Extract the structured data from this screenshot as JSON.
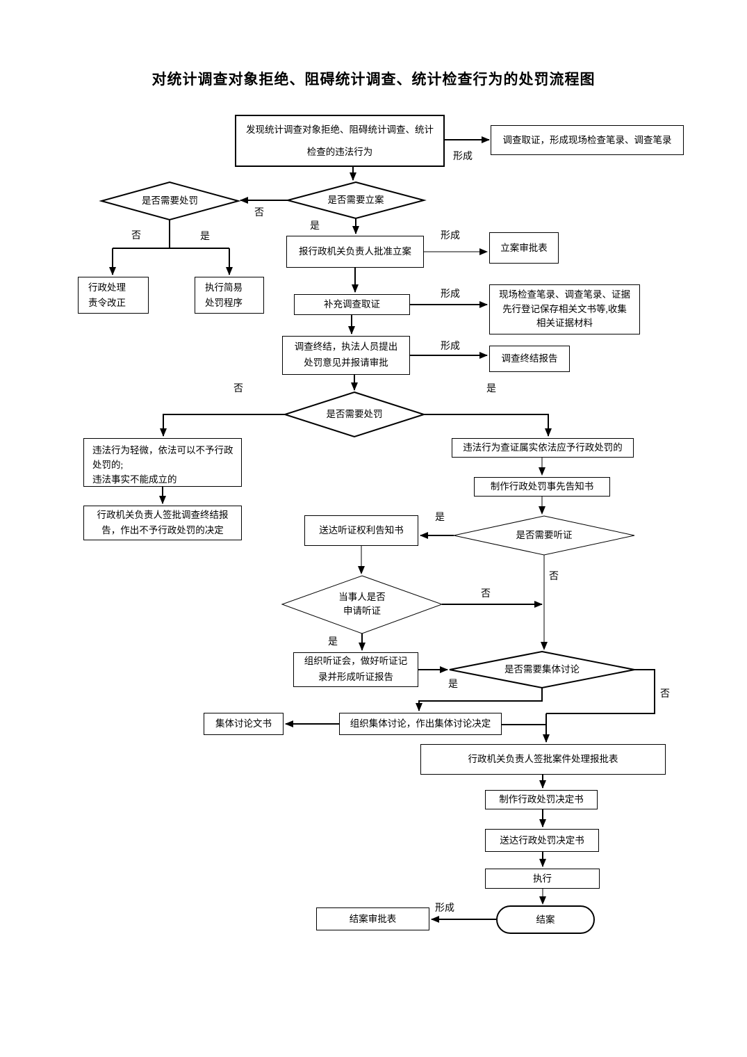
{
  "title": "对统计调查对象拒绝、阻碍统计调查、统计检查行为的处罚流程图",
  "labels": {
    "yes": "是",
    "no": "否",
    "form": "形成"
  },
  "nodes": {
    "discover": {
      "text": "发现统计调查对象拒绝、阻碍统计调查、统计\n检查的违法行为"
    },
    "evidence": {
      "text": "调查取证，形成现场检查笔录、调查笔录"
    },
    "need_case": {
      "text": "是否需要立案"
    },
    "need_punish_top": {
      "text": "是否需要处罚"
    },
    "admin_handle": {
      "text": "行政处理\n责令改正"
    },
    "simple_procedure": {
      "text": "执行简易\n处罚程序"
    },
    "approve_case": {
      "text": "报行政机关负责人批准立案"
    },
    "case_approval_form": {
      "text": "立案审批表"
    },
    "supplement": {
      "text": "补充调查取证"
    },
    "evidence_docs": {
      "text": "现场检查笔录、调查笔录、证据\n先行登记保存相关文书等,收集\n相关证据材料"
    },
    "conclude": {
      "text": "调查终结，执法人员提出\n处罚意见并报请审批"
    },
    "conclusion_report": {
      "text": "调查终结报告"
    },
    "need_punish_mid": {
      "text": "是否需要处罚"
    },
    "minor_violation": {
      "text": "违法行为轻微，依法可以不予行政处罚的;\n违法事实不能成立的"
    },
    "no_punish_decision": {
      "text": "行政机关负责人签批调查终结报\n告，作出不予行政处罚的决定"
    },
    "confirmed_violation": {
      "text": "违法行为查证属实依法应予行政处罚的"
    },
    "prior_notice": {
      "text": "制作行政处罚事先告知书"
    },
    "need_hearing": {
      "text": "是否需要听证"
    },
    "hearing_notice": {
      "text": "送达听证权利告知书"
    },
    "apply_hearing": {
      "text": "当事人是否\n申请听证"
    },
    "hold_hearing": {
      "text": "组织听证会，做好听证记\n录并形成听证报告"
    },
    "need_discussion": {
      "text": "是否需要集体讨论"
    },
    "collective_discussion": {
      "text": "组织集体讨论，作出集体讨论决定"
    },
    "discussion_docs": {
      "text": "集体讨论文书"
    },
    "approve_report": {
      "text": "行政机关负责人签批案件处理报批表"
    },
    "make_decision": {
      "text": "制作行政处罚决定书"
    },
    "deliver_decision": {
      "text": "送达行政处罚决定书"
    },
    "execute": {
      "text": "执行"
    },
    "close_case": {
      "text": "结案"
    },
    "close_approval_form": {
      "text": "结案审批表"
    }
  }
}
